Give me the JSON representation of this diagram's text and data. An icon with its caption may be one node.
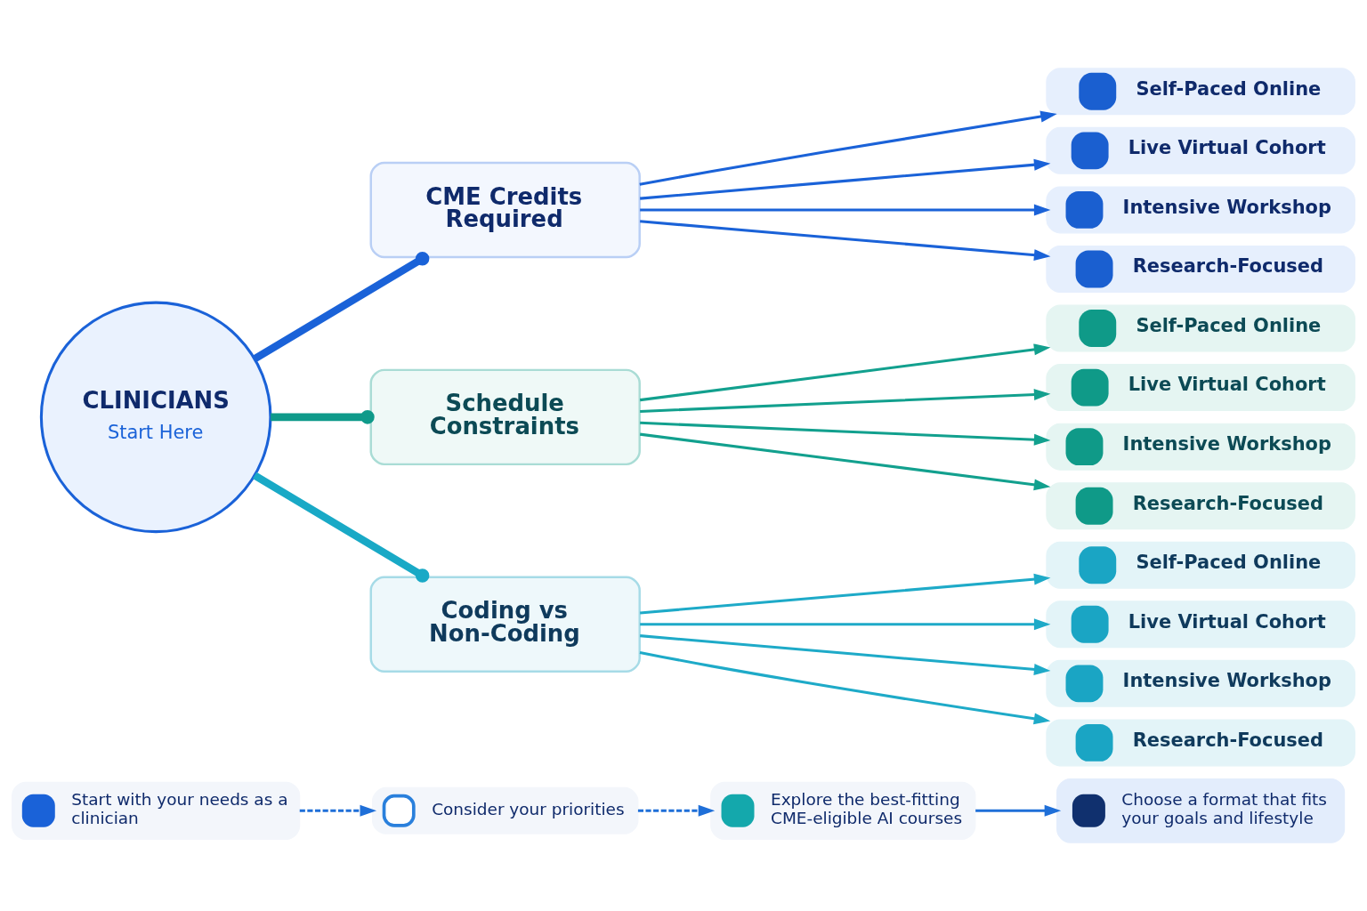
{
  "diagram": {
    "nodes": [
      {
        "text": [
          "CLINICIANS",
          "Start Here"
        ]
      },
      {
        "text": [
          "CME Credits Required"
        ]
      },
      {
        "text": [
          "Self-Paced Online"
        ]
      },
      {
        "text": [
          "Live Virtual Cohort"
        ]
      },
      {
        "text": [
          "Intensive Workshop"
        ]
      },
      {
        "text": [
          "Research-Focused"
        ]
      },
      {
        "text": [
          "Schedule Constraints"
        ]
      },
      {
        "text": [
          "Self-Paced Online"
        ]
      },
      {
        "text": [
          "Live Virtual Cohort"
        ]
      },
      {
        "text": [
          "Intensive Workshop"
        ]
      },
      {
        "text": [
          "Research-Focused"
        ]
      },
      {
        "text": [
          "Coding vs Non-Coding"
        ]
      },
      {
        "text": [
          "Self-Paced Online"
        ]
      },
      {
        "text": [
          "Live Virtual Cohort"
        ]
      },
      {
        "text": [
          "Intensive Workshop"
        ]
      },
      {
        "text": [
          "Research-Focused"
        ]
      },
      {
        "text": [
          "Start with your needs as a clinician"
        ]
      },
      {
        "text": [
          "Consider your priorities"
        ]
      },
      {
        "text": [
          "Explore the best-fitting CME-eligible AI courses"
        ]
      },
      {
        "text": [
          "Choose a format that fits your goals and lifestyle"
        ]
      }
    ],
    "edges": [
      {
        "from": 0,
        "to": 1,
        "arrow": "other",
        "style": "thick",
        "color": "#1a62d8"
      },
      {
        "from": 0,
        "to": 6,
        "arrow": "other",
        "style": "thick",
        "color": "#0f9a8a"
      },
      {
        "from": 0,
        "to": 11,
        "arrow": "other",
        "style": "thick",
        "color": "#19a9c6"
      },
      {
        "from": 1,
        "to": 2,
        "arrow": "to",
        "color": "#1a62d8"
      },
      {
        "from": 1,
        "to": 3,
        "arrow": "to",
        "color": "#1a62d8"
      },
      {
        "from": 1,
        "to": 4,
        "arrow": "to",
        "color": "#1a62d8"
      },
      {
        "from": 1,
        "to": 5,
        "arrow": "to",
        "color": "#1a62d8"
      },
      {
        "from": 6,
        "to": 7,
        "arrow": "to",
        "color": "#12a08e"
      },
      {
        "from": 6,
        "to": 8,
        "arrow": "to",
        "color": "#12a08e"
      },
      {
        "from": 6,
        "to": 9,
        "arrow": "to",
        "color": "#12a08e"
      },
      {
        "from": 6,
        "to": 10,
        "arrow": "to",
        "color": "#12a08e"
      },
      {
        "from": 11,
        "to": 12,
        "arrow": "to",
        "color": "#1eaac8"
      },
      {
        "from": 11,
        "to": 13,
        "arrow": "to",
        "color": "#1eaac8"
      },
      {
        "from": 11,
        "to": 14,
        "arrow": "to",
        "color": "#1eaac8"
      },
      {
        "from": 11,
        "to": 15,
        "arrow": "to",
        "color": "#1eaac8"
      },
      {
        "from": 16,
        "to": 17,
        "arrow": "to",
        "style": "dashed",
        "color": "#1f6fd8"
      },
      {
        "from": 17,
        "to": 18,
        "arrow": "to",
        "style": "dashed",
        "color": "#1f6fd8"
      },
      {
        "from": 18,
        "to": 19,
        "arrow": "to",
        "color": "#1f6fd8"
      }
    ]
  }
}
